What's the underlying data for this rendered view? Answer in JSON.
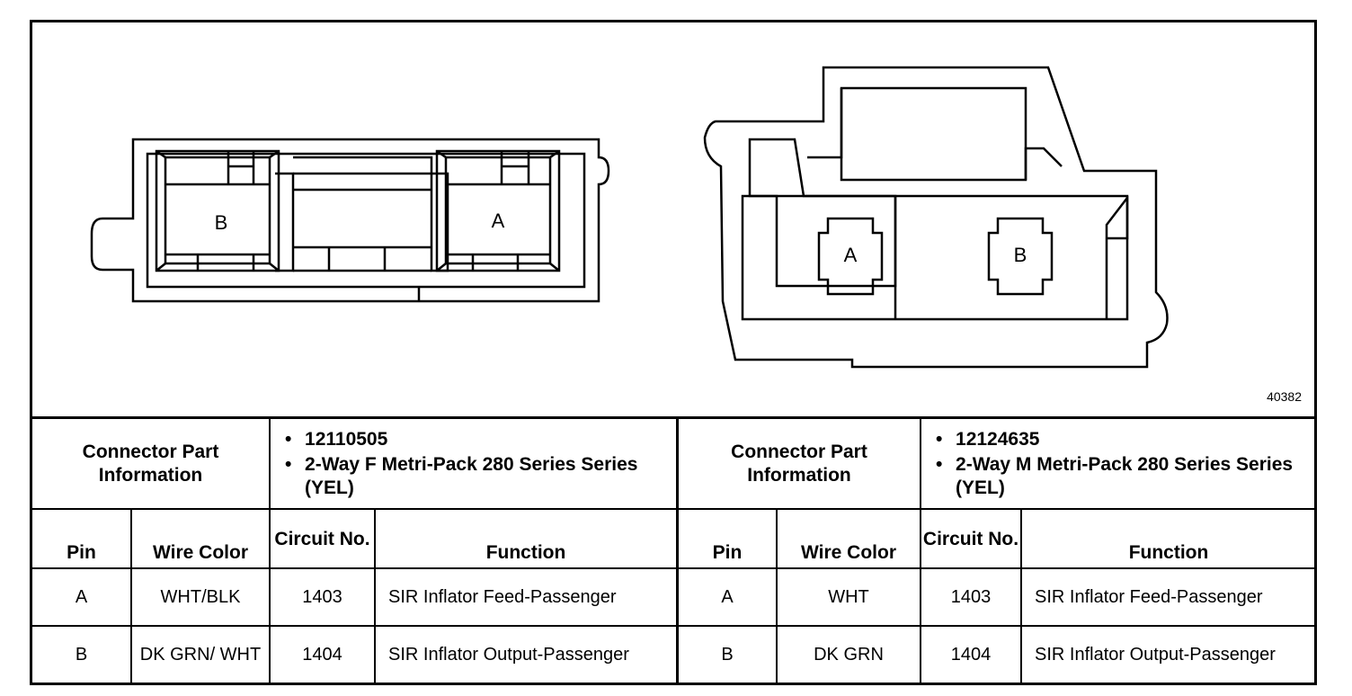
{
  "figure_id": "40382",
  "connectors": [
    {
      "header_label": "Connector Part Information",
      "part_info": [
        "12110505",
        "2-Way F Metri-Pack 280 Series Series (YEL)"
      ],
      "cavity_labels": [
        "B",
        "A"
      ],
      "columns": {
        "pin": "Pin",
        "wire_color": "Wire Color",
        "circuit": "Circuit No.",
        "function": "Function"
      },
      "rows": [
        {
          "pin": "A",
          "wire_color": "WHT/BLK",
          "circuit": "1403",
          "function": "SIR Inflator Feed-Passenger"
        },
        {
          "pin": "B",
          "wire_color": "DK GRN/ WHT",
          "circuit": "1404",
          "function": "SIR Inflator Output-Passenger"
        }
      ]
    },
    {
      "header_label": "Connector Part Information",
      "part_info": [
        "12124635",
        "2-Way M Metri-Pack 280 Series Series (YEL)"
      ],
      "cavity_labels": [
        "A",
        "B"
      ],
      "columns": {
        "pin": "Pin",
        "wire_color": "Wire Color",
        "circuit": "Circuit No.",
        "function": "Function"
      },
      "rows": [
        {
          "pin": "A",
          "wire_color": "WHT",
          "circuit": "1403",
          "function": "SIR Inflator Feed-Passenger"
        },
        {
          "pin": "B",
          "wire_color": "DK GRN",
          "circuit": "1404",
          "function": "SIR Inflator Output-Passenger"
        }
      ]
    }
  ]
}
